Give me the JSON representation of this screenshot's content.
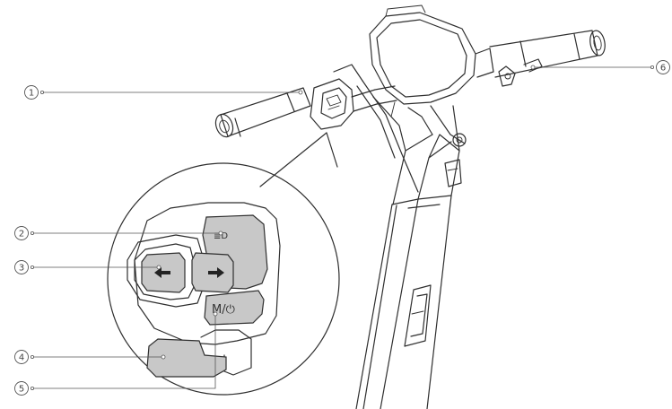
{
  "callouts": [
    {
      "number": "1"
    },
    {
      "number": "2"
    },
    {
      "number": "3"
    },
    {
      "number": "4"
    },
    {
      "number": "5"
    },
    {
      "number": "6"
    }
  ],
  "control_labels": {
    "light_symbol": "≣D",
    "mode_power": "M/⏻"
  },
  "icons": {
    "left_button": "left-arrow-icon",
    "right_button": "right-arrow-icon"
  },
  "colors": {
    "line": "#2f2f2f",
    "button_fill": "#c8c8c8",
    "background": "#ffffff"
  }
}
